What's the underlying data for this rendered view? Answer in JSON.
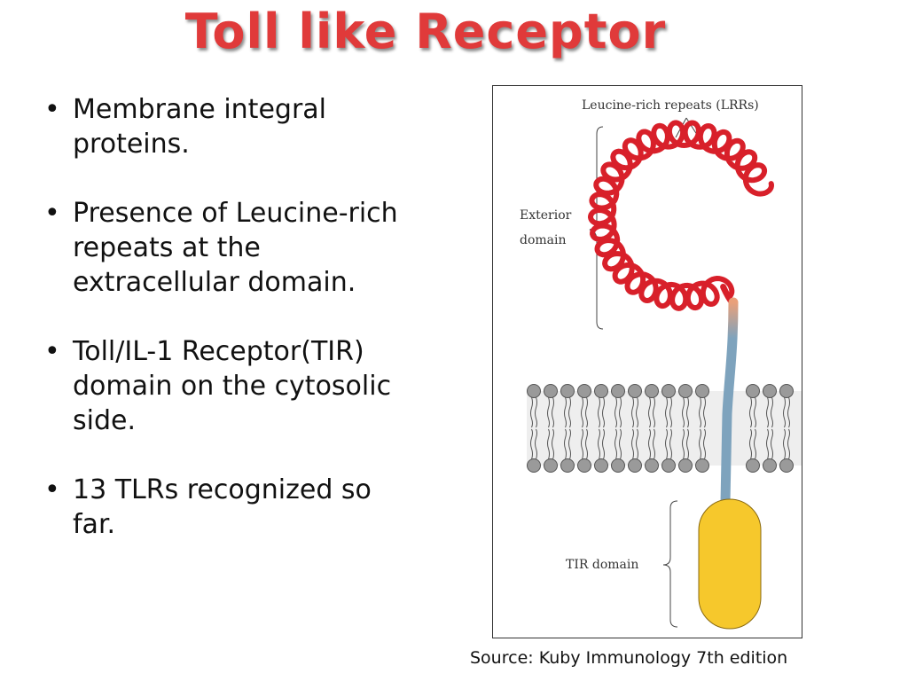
{
  "title": "Toll like Receptor",
  "bullets": [
    "Membrane integral proteins.",
    "Presence of Leucine-rich repeats at the extracellular domain.",
    "Toll/IL-1 Receptor(TIR) domain on the cytosolic side.",
    "13 TLRs recognized so far."
  ],
  "bullet_symbol": "•",
  "diagram": {
    "lrr_label": "Leucine-rich repeats (LRRs)",
    "exterior_label_line1": "Exterior",
    "exterior_label_line2": "domain",
    "tir_label": "TIR domain"
  },
  "source": "Source: Kuby Immunology 7th edition",
  "colors": {
    "title": "#e03a3a",
    "lrr_coil": "#d8202a",
    "stalk": "#7ea3bd",
    "tir_domain": "#f6c82c",
    "membrane_head": "#9a9a9a"
  }
}
